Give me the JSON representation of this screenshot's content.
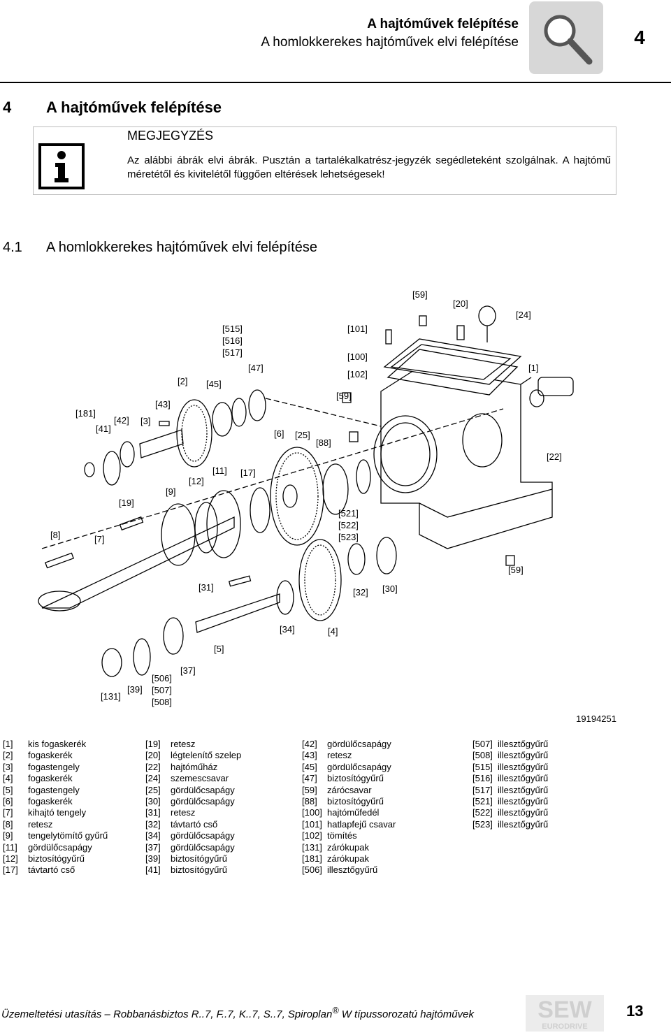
{
  "header": {
    "title_bold": "A hajtóművek felépítése",
    "title_sub": "A homlokkerekes hajtóművek elvi felépítése",
    "chapter_number": "4",
    "icon": "magnifier-icon"
  },
  "chapter": {
    "number": "4",
    "title": "A hajtóművek felépítése"
  },
  "note": {
    "icon": "info-icon",
    "title": "MEGJEGYZÉS",
    "text": "Az alábbi ábrák elvi ábrák. Pusztán a tartalékalkatrész-jegyzék segédleteként szolgálnak. A hajtómű méretétől és kivitelétől függően eltérések lehetségesek!"
  },
  "section": {
    "number": "4.1",
    "title": "A homlokkerekes hajtóművek elvi felépítése"
  },
  "figure": {
    "id": "19194251",
    "callouts": [
      "[59]",
      "[20]",
      "[24]",
      "[515]",
      "[516]",
      "[517]",
      "[101]",
      "[100]",
      "[102]",
      "[47]",
      "[1]",
      "[2]",
      "[45]",
      "[59]",
      "[43]",
      "[181]",
      "[42]",
      "[3]",
      "[41]",
      "[6]",
      "[25]",
      "[88]",
      "[22]",
      "[11]",
      "[17]",
      "[12]",
      "[9]",
      "[19]",
      "[521]",
      "[522]",
      "[523]",
      "[8]",
      "[7]",
      "[59]",
      "[31]",
      "[32]",
      "[30]",
      "[34]",
      "[4]",
      "[5]",
      "[37]",
      "[506]",
      "[507]",
      "[508]",
      "[39]",
      "[131]"
    ]
  },
  "legend": [
    [
      {
        "code": "[1]",
        "text": "kis fogaskerék"
      },
      {
        "code": "[2]",
        "text": "fogaskerék"
      },
      {
        "code": "[3]",
        "text": "fogastengely"
      },
      {
        "code": "[4]",
        "text": "fogaskerék"
      },
      {
        "code": "[5]",
        "text": "fogastengely"
      },
      {
        "code": "[6]",
        "text": "fogaskerék"
      },
      {
        "code": "[7]",
        "text": "kihajtó tengely"
      },
      {
        "code": "[8]",
        "text": "retesz"
      },
      {
        "code": "[9]",
        "text": "tengelytömítő gyűrű"
      },
      {
        "code": "[11]",
        "text": "gördülőcsapágy"
      },
      {
        "code": "[12]",
        "text": "biztosítógyűrű"
      },
      {
        "code": "[17]",
        "text": "távtartó cső"
      }
    ],
    [
      {
        "code": "[19]",
        "text": "retesz"
      },
      {
        "code": "[20]",
        "text": "légtelenítő szelep"
      },
      {
        "code": "[22]",
        "text": "hajtóműház"
      },
      {
        "code": "[24]",
        "text": "szemescsavar"
      },
      {
        "code": "[25]",
        "text": "gördülőcsapágy"
      },
      {
        "code": "[30]",
        "text": "gördülőcsapágy"
      },
      {
        "code": "[31]",
        "text": "retesz"
      },
      {
        "code": "[32]",
        "text": "távtartó cső"
      },
      {
        "code": "[34]",
        "text": "gördülőcsapágy"
      },
      {
        "code": "[37]",
        "text": "gördülőcsapágy"
      },
      {
        "code": "[39]",
        "text": "biztosítógyűrű"
      },
      {
        "code": "[41]",
        "text": "biztosítógyűrű"
      }
    ],
    [
      {
        "code": "[42]",
        "text": "gördülőcsapágy"
      },
      {
        "code": "[43]",
        "text": "retesz"
      },
      {
        "code": "[45]",
        "text": "gördülőcsapágy"
      },
      {
        "code": "[47]",
        "text": "biztosítógyűrű"
      },
      {
        "code": "[59]",
        "text": "zárócsavar"
      },
      {
        "code": "[88]",
        "text": "biztosítógyűrű"
      },
      {
        "code": "[100]",
        "text": "hajtóműfedél"
      },
      {
        "code": "[101]",
        "text": "hatlapfejű csavar"
      },
      {
        "code": "[102]",
        "text": "tömítés"
      },
      {
        "code": "[131]",
        "text": "zárókupak"
      },
      {
        "code": "[181]",
        "text": "zárókupak"
      },
      {
        "code": "[506]",
        "text": "illesztőgyűrű"
      }
    ],
    [
      {
        "code": "[507]",
        "text": "illesztőgyűrű"
      },
      {
        "code": "[508]",
        "text": "illesztőgyűrű"
      },
      {
        "code": "[515]",
        "text": "illesztőgyűrű"
      },
      {
        "code": "[516]",
        "text": "illesztőgyűrű"
      },
      {
        "code": "[517]",
        "text": "illesztőgyűrű"
      },
      {
        "code": "[521]",
        "text": "illesztőgyűrű"
      },
      {
        "code": "[522]",
        "text": "illesztőgyűrű"
      },
      {
        "code": "[523]",
        "text": "illesztőgyűrű"
      }
    ]
  ],
  "footer": {
    "text_before": "Üzemeltetési utasítás – Robbanásbiztos R..7, F..7, K..7, S..7, Spiroplan",
    "registered": "®",
    "text_after": " W típussorozatú hajtóművek",
    "logo_text": "SEW",
    "logo_sub": "EURODRIVE",
    "page_number": "13"
  }
}
